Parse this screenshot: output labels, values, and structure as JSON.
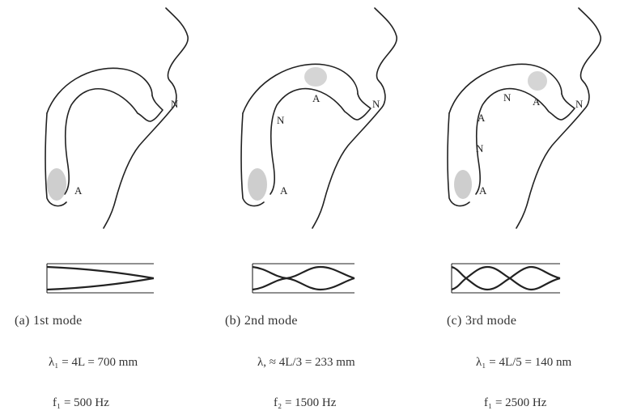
{
  "panels": [
    {
      "id": "a",
      "caption": "(a)   1st mode",
      "wavelength": "λ₁  =  4L  =  700 mm",
      "frequency": "f₁ =  500 Hz",
      "markers": [
        "A",
        "N"
      ],
      "mode_number": 1
    },
    {
      "id": "b",
      "caption": "(b)   2nd  mode",
      "wavelength": "λ,   ≈  4L/3  =  233 mm",
      "frequency": "f₂  =  1500 Hz",
      "markers": [
        "A",
        "N",
        "A",
        "N"
      ],
      "mode_number": 2
    },
    {
      "id": "c",
      "caption": "(c)  3rd  mode",
      "wavelength": "λ₁  =  4L/5  =  140 nm",
      "frequency": "f₁  =  2500 Hz",
      "markers": [
        "A",
        "N",
        "A",
        "N",
        "A",
        "N"
      ],
      "mode_number": 3
    }
  ],
  "colors": {
    "stroke": "#222222",
    "shade": "#b9b9b9"
  }
}
